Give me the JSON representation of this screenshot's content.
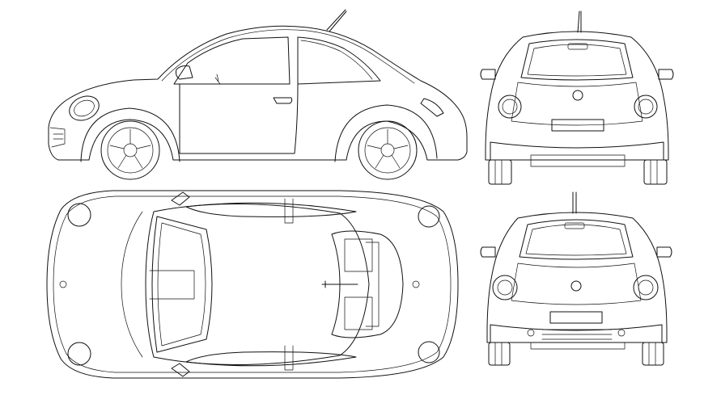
{
  "drawing": {
    "views": [
      {
        "id": "side",
        "name": "side-view"
      },
      {
        "id": "top",
        "name": "top-view"
      },
      {
        "id": "rear",
        "name": "rear-view"
      },
      {
        "id": "front",
        "name": "front-view"
      }
    ],
    "colors": {
      "line": "#111111",
      "background": "#ffffff"
    }
  }
}
